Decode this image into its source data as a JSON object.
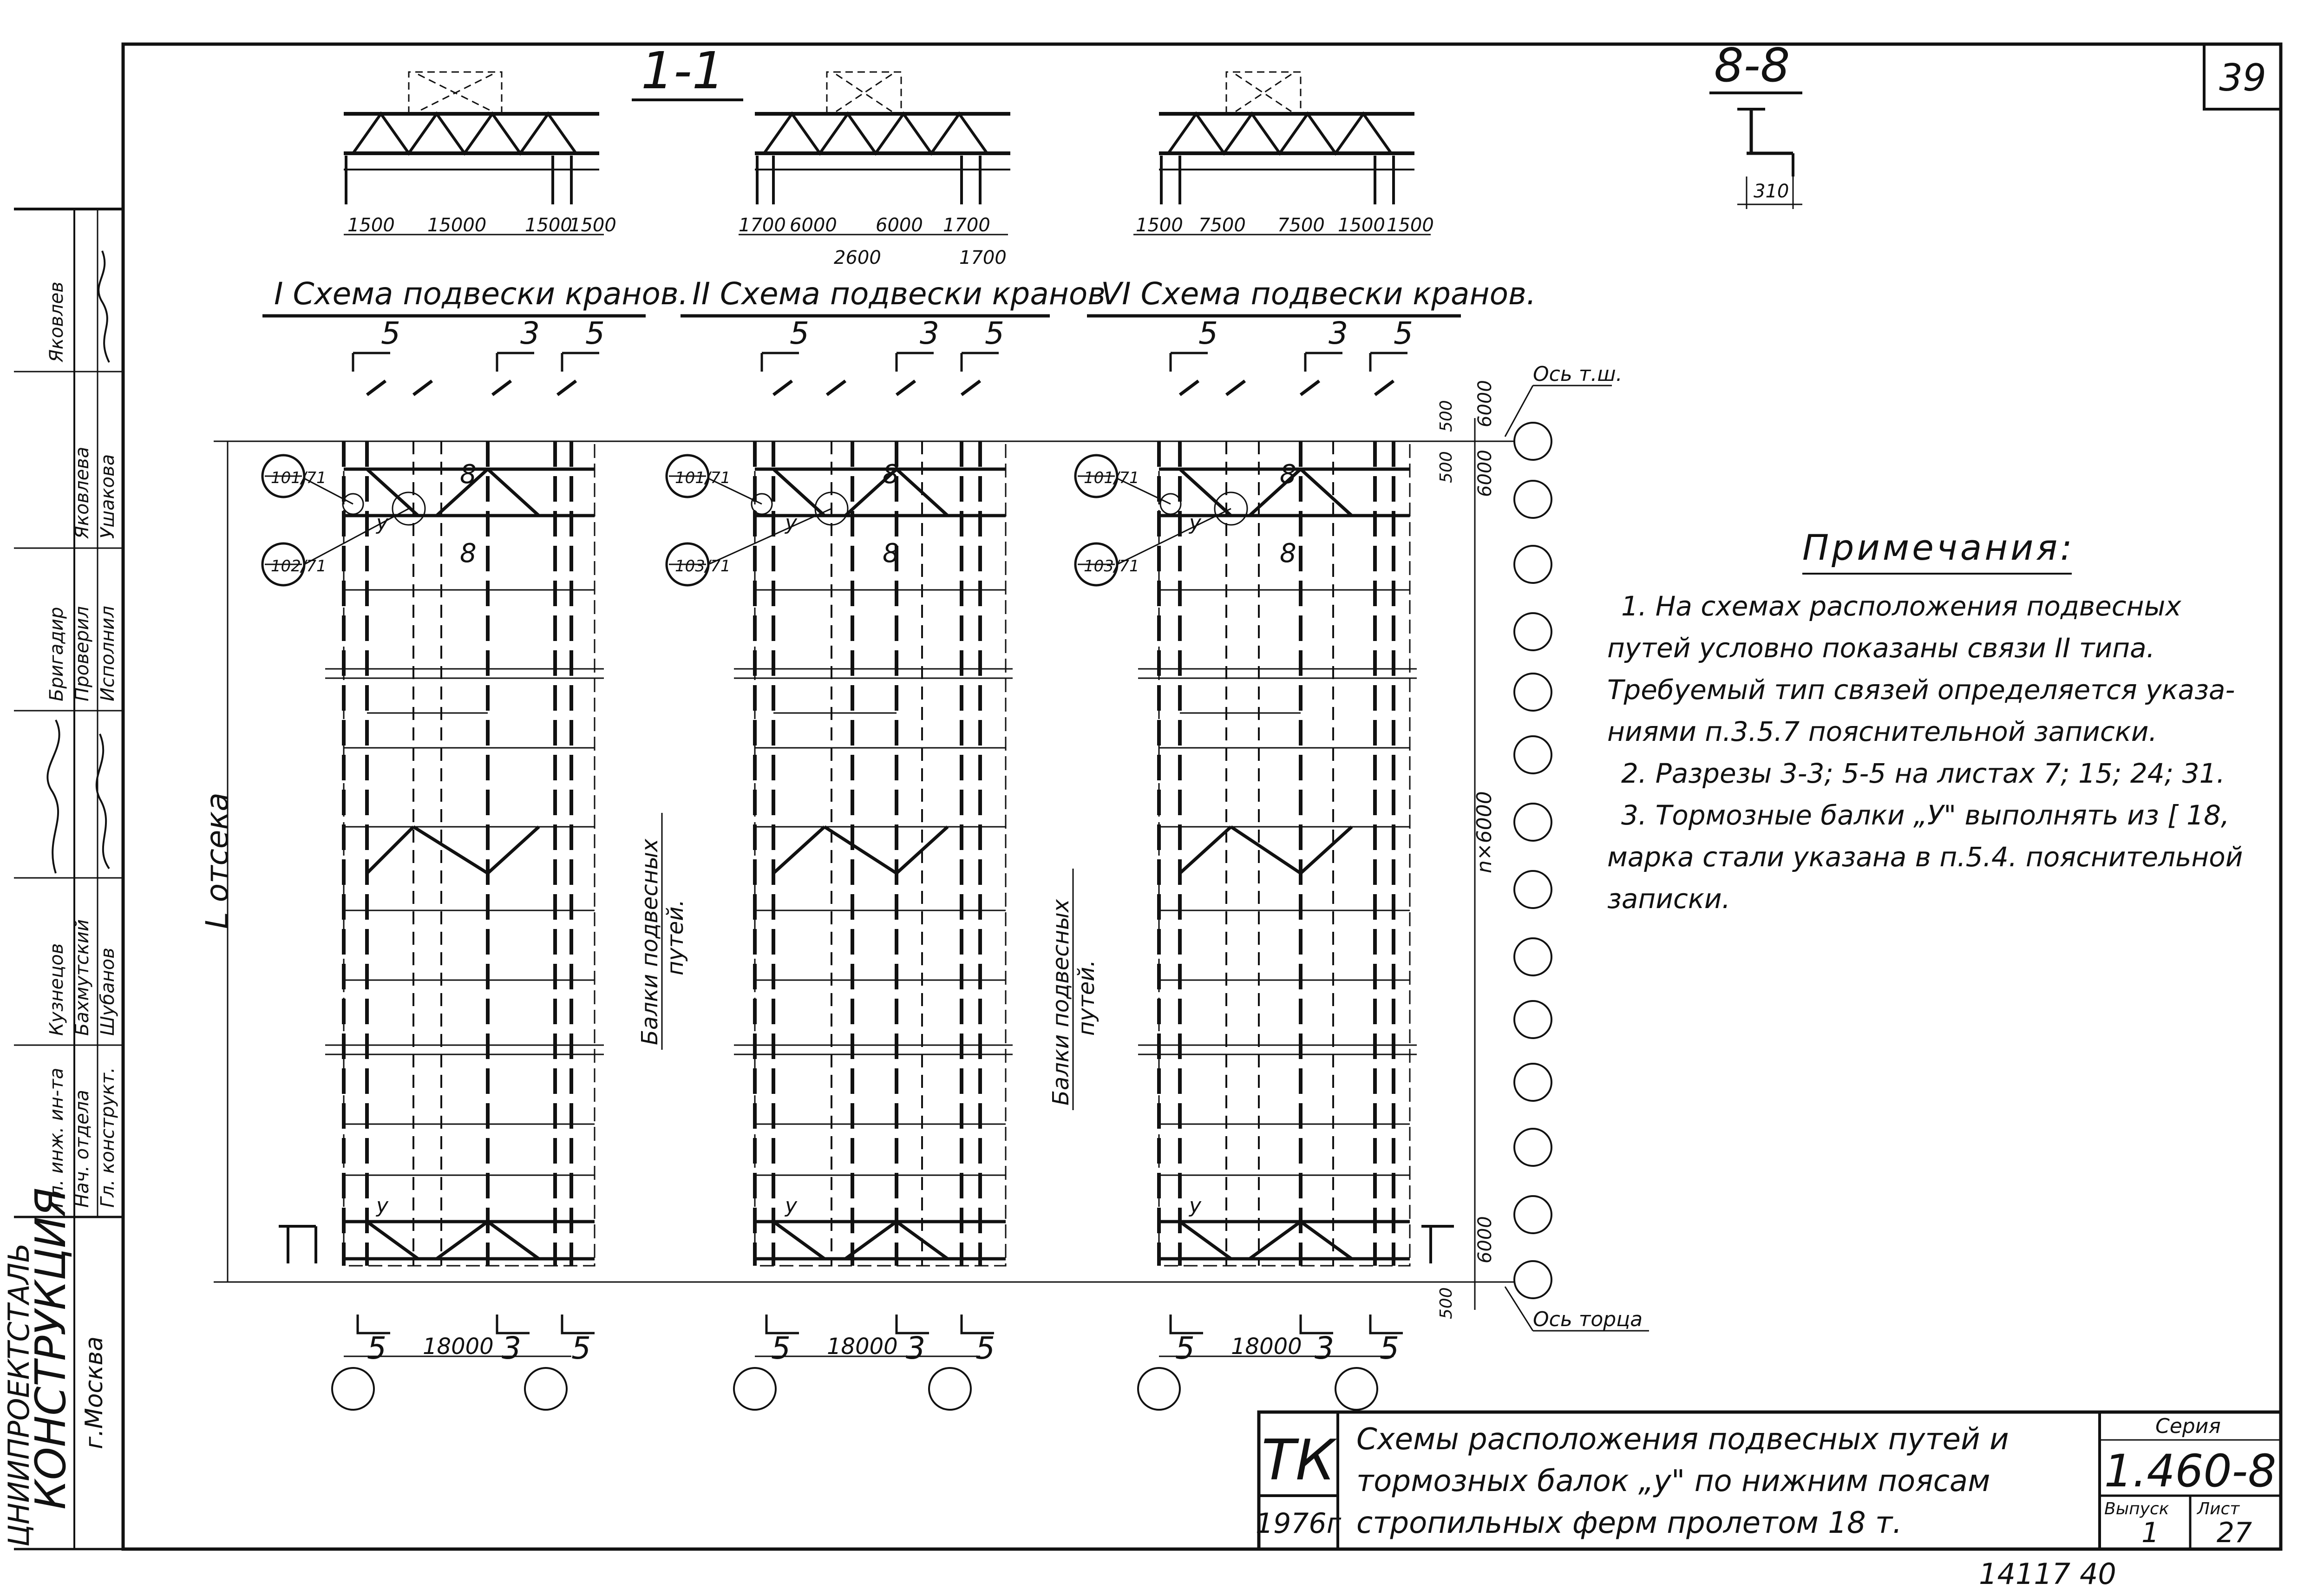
{
  "sheet_number": "39",
  "handwritten_number": "14117  40",
  "section_1_1": "1-1",
  "section_8_8": "8-8",
  "dim_310": "310",
  "schemes": [
    {
      "title": "I Схема подвески кранов.",
      "dims_top": [
        "1500",
        "15000",
        "1500",
        "1500"
      ],
      "dims_top_2": [],
      "marks": [
        "101/71",
        "102/71"
      ],
      "span": "18000"
    },
    {
      "title": "II Схема подвески кранов.",
      "dims_top": [
        "1700",
        "6000",
        "6000",
        "1700"
      ],
      "dims_top_2": [
        "2600",
        "1700"
      ],
      "marks": [
        "101/71",
        "103/71"
      ],
      "span": "18000"
    },
    {
      "title": "VI Схема подвески кранов.",
      "dims_top": [
        "1500",
        "7500",
        "7500",
        "1500",
        "1500"
      ],
      "dims_top_2": [],
      "marks": [
        "101/71",
        "103/71"
      ],
      "span": "18000"
    }
  ],
  "section_marks": {
    "five": "5",
    "three": "3",
    "eight": "8",
    "y": "у"
  },
  "left_label": "L отсека",
  "beam_label": [
    "Балки подвесных",
    "путей."
  ],
  "right_dims": {
    "d500a": "500",
    "d6000a": "6000",
    "d500b": "500",
    "d6000b": "6000",
    "nx6000": "n×6000",
    "d6000c": "6000",
    "d500c": "500"
  },
  "axis_labels": {
    "top": "Оcь т.ш.",
    "bottom": "Оcь торца"
  },
  "notes": {
    "heading": "Примечания:",
    "lines": [
      "1.  На схемах расположения подвесных",
      "путей условно показаны связи II типа.",
      "Требуемый тип связей определяется указа-",
      "ниями п.3.5.7 пояснительной записки.",
      "2.  Разрезы 3-3; 5-5 на листах 7; 15; 24; 31.",
      "3.  Тормозные балки „У\" выполнять из [ 18,",
      "марка стали указана в п.5.4. пояснительной",
      "записки."
    ]
  },
  "title_block": {
    "tk": "ТК",
    "year": "1976г",
    "title_lines": [
      "Схемы расположения подвесных путей и",
      "тормозных балок „у\" по нижним поясам",
      "стропильных ферм пролетом 18 т."
    ],
    "series_label": "Серия",
    "series_value": "1.460-8",
    "issue_label": "Выпуск",
    "issue_value": "1",
    "sheet_label": "Лист",
    "sheet_value": "27"
  },
  "left_stamp": {
    "org_line1": "ЦНИИПРОЕКТСТАЛЬ",
    "org_line2": "КОНСТРУКЦИЯ",
    "city": "г.Москва",
    "roles": [
      {
        "role": "Гл. инж. ин-та",
        "name": "Кузнецов"
      },
      {
        "role": "Нач. отдела",
        "name": "Бахмутский"
      },
      {
        "role": "Гл. конструкт.",
        "name": "Шубанов"
      },
      {
        "role": "Бригадир",
        "name": ""
      },
      {
        "role": "Проверил",
        "name": "Яковлева"
      },
      {
        "role": "Исполнил",
        "name": "Ушакова"
      },
      {
        "role": "",
        "name": "Яковлев"
      }
    ]
  }
}
